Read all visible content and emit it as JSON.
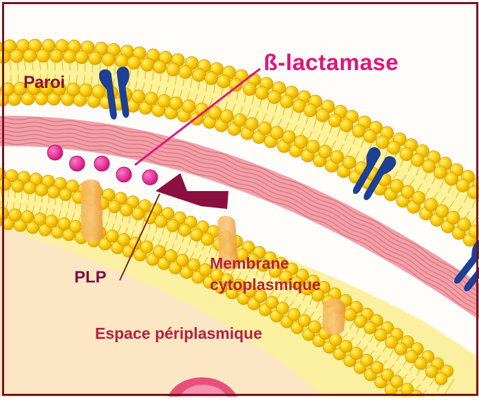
{
  "diagram": {
    "labels": {
      "paroi": "Paroi",
      "beta_lactamase": "ß-lactamase",
      "plp": "PLP",
      "membrane_line1": "Membrane",
      "membrane_line2": "cytoplasmique",
      "espace": "Espace périplasmique"
    },
    "colors": {
      "border": "#7a1020",
      "lipid_head": "#f5c000",
      "lipid_tail": "#fff29a",
      "porin": "#1d3f96",
      "peptidoglycan": "#f2a0a8",
      "enzyme": "#e0157a",
      "plp_protein": "#f0a040",
      "antibiotic": "#8a1040",
      "label_red": "#b5223d"
    }
  }
}
